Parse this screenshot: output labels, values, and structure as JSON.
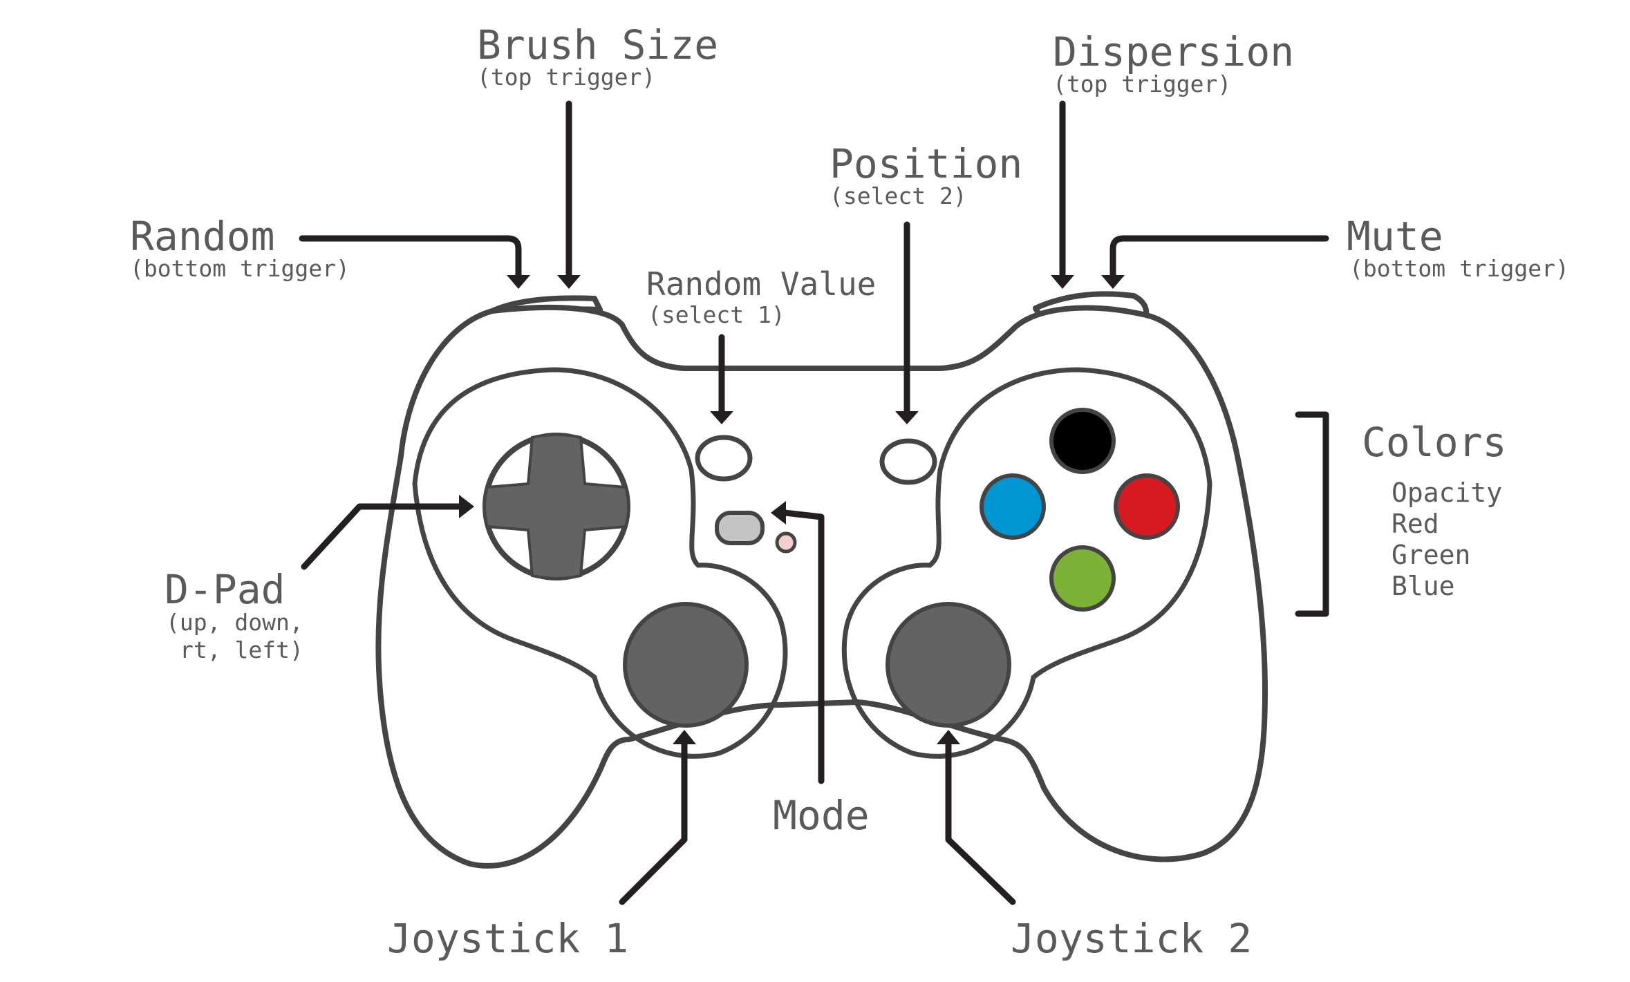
{
  "labels": {
    "brush_size": {
      "title": "Brush Size",
      "sub": "(top trigger)"
    },
    "dispersion": {
      "title": "Dispersion",
      "sub": "(top trigger)"
    },
    "position": {
      "title": "Position",
      "sub": "(select 2)"
    },
    "random": {
      "title": "Random",
      "sub": "(bottom trigger)"
    },
    "mute": {
      "title": "Mute",
      "sub": "(bottom trigger)"
    },
    "random_value": {
      "title": "Random Value",
      "sub": "(select 1)"
    },
    "dpad": {
      "title": "D-Pad",
      "sub1": "(up, down,",
      "sub2": "rt, left)"
    },
    "mode": {
      "title": "Mode"
    },
    "joystick1": {
      "title": "Joystick 1"
    },
    "joystick2": {
      "title": "Joystick 2"
    },
    "colors": {
      "title": "Colors",
      "items": [
        {
          "label": "Opacity",
          "color": "#000000"
        },
        {
          "label": "Red",
          "color": "#d71920"
        },
        {
          "label": "Green",
          "color": "#7cb235"
        },
        {
          "label": "Blue",
          "color": "#0095d3"
        }
      ]
    }
  },
  "colors": {
    "face_button_top": "#000000",
    "face_button_left": "#0095d3",
    "face_button_right": "#d71920",
    "face_button_bottom": "#7cb235",
    "stick_fill": "#636363",
    "outline": "#444444",
    "arrow": "#231f20",
    "text": "#5a5a5a"
  }
}
